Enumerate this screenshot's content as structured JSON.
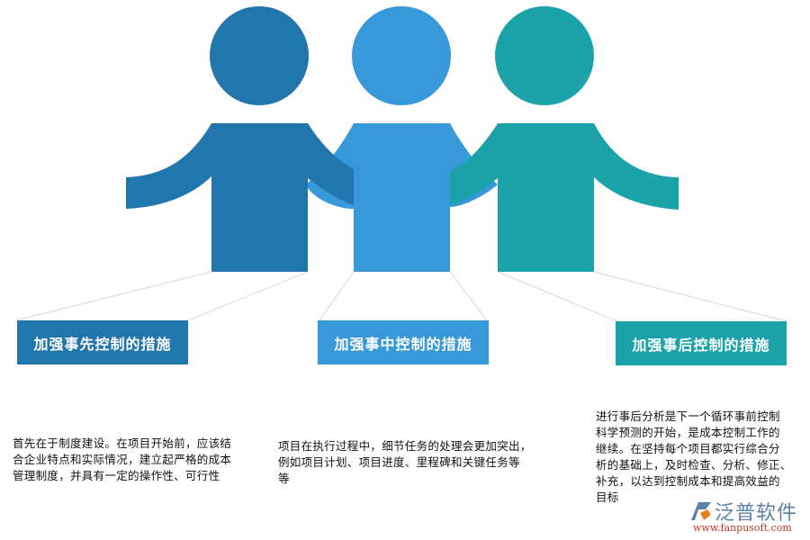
{
  "colors": {
    "figure_1": "#2176AE",
    "figure_2": "#3798DA",
    "figure_3": "#1CA3A9",
    "connector": "#DDDDDD"
  },
  "stages": [
    {
      "title": "加强事先控制的措施",
      "description_lines": [
        "首先在于制度建设。在项目开始前，应该结",
        "合企业特点和实际情况，建立起严格的成本",
        "管理制度，并具有一定的操作性、可行性"
      ]
    },
    {
      "title": "加强事中控制的措施",
      "description_lines": [
        "项目在执行过程中，细节任务的处理会更加突出，",
        "例如项目计划、项目进度、里程碑和关键任务等",
        "等"
      ]
    },
    {
      "title": "加强事后控制的措施",
      "description_lines": [
        "进行事后分析是下一个循环事前控制",
        "科学预测的开始，是成本控制工作的",
        "继续。在坚持每个项目都实行综合分",
        "析的基础上，及时检查、分析、修正、",
        "补充，以达到控制成本和提高效益的",
        "目标"
      ]
    }
  ],
  "watermark": {
    "name": "泛普软件",
    "url": "www.fanpusoft.com"
  }
}
